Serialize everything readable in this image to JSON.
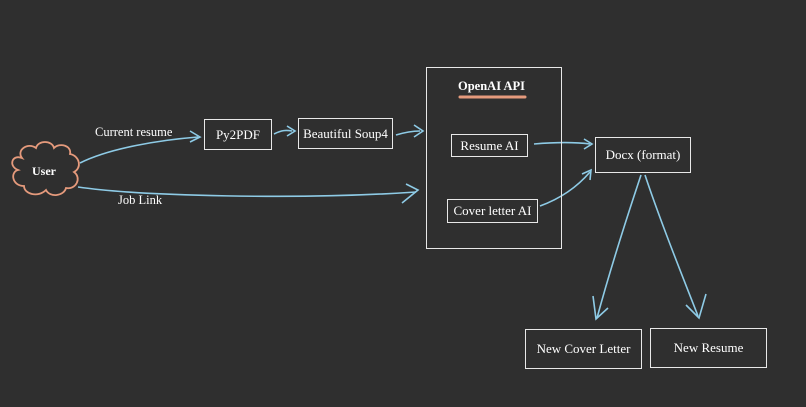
{
  "diagram": {
    "user": {
      "label": "User"
    },
    "edges": {
      "current_resume": "Current resume",
      "job_link": "Job Link"
    },
    "nodes": {
      "py2pdf": "Py2PDF",
      "beautiful_soup": "Beautiful Soup4",
      "openai_group_title": "OpenAI API",
      "resume_ai": "Resume AI",
      "cover_letter_ai": "Cover letter AI",
      "docx": "Docx (format)",
      "new_cover_letter": "New Cover Letter",
      "new_resume": "New Resume"
    },
    "colors": {
      "background": "#2f2f2f",
      "box_border": "#e8e8e8",
      "arrow": "#8ecbe6",
      "cloud": "#e59a7c",
      "title_underline": "#e59a7c"
    }
  }
}
